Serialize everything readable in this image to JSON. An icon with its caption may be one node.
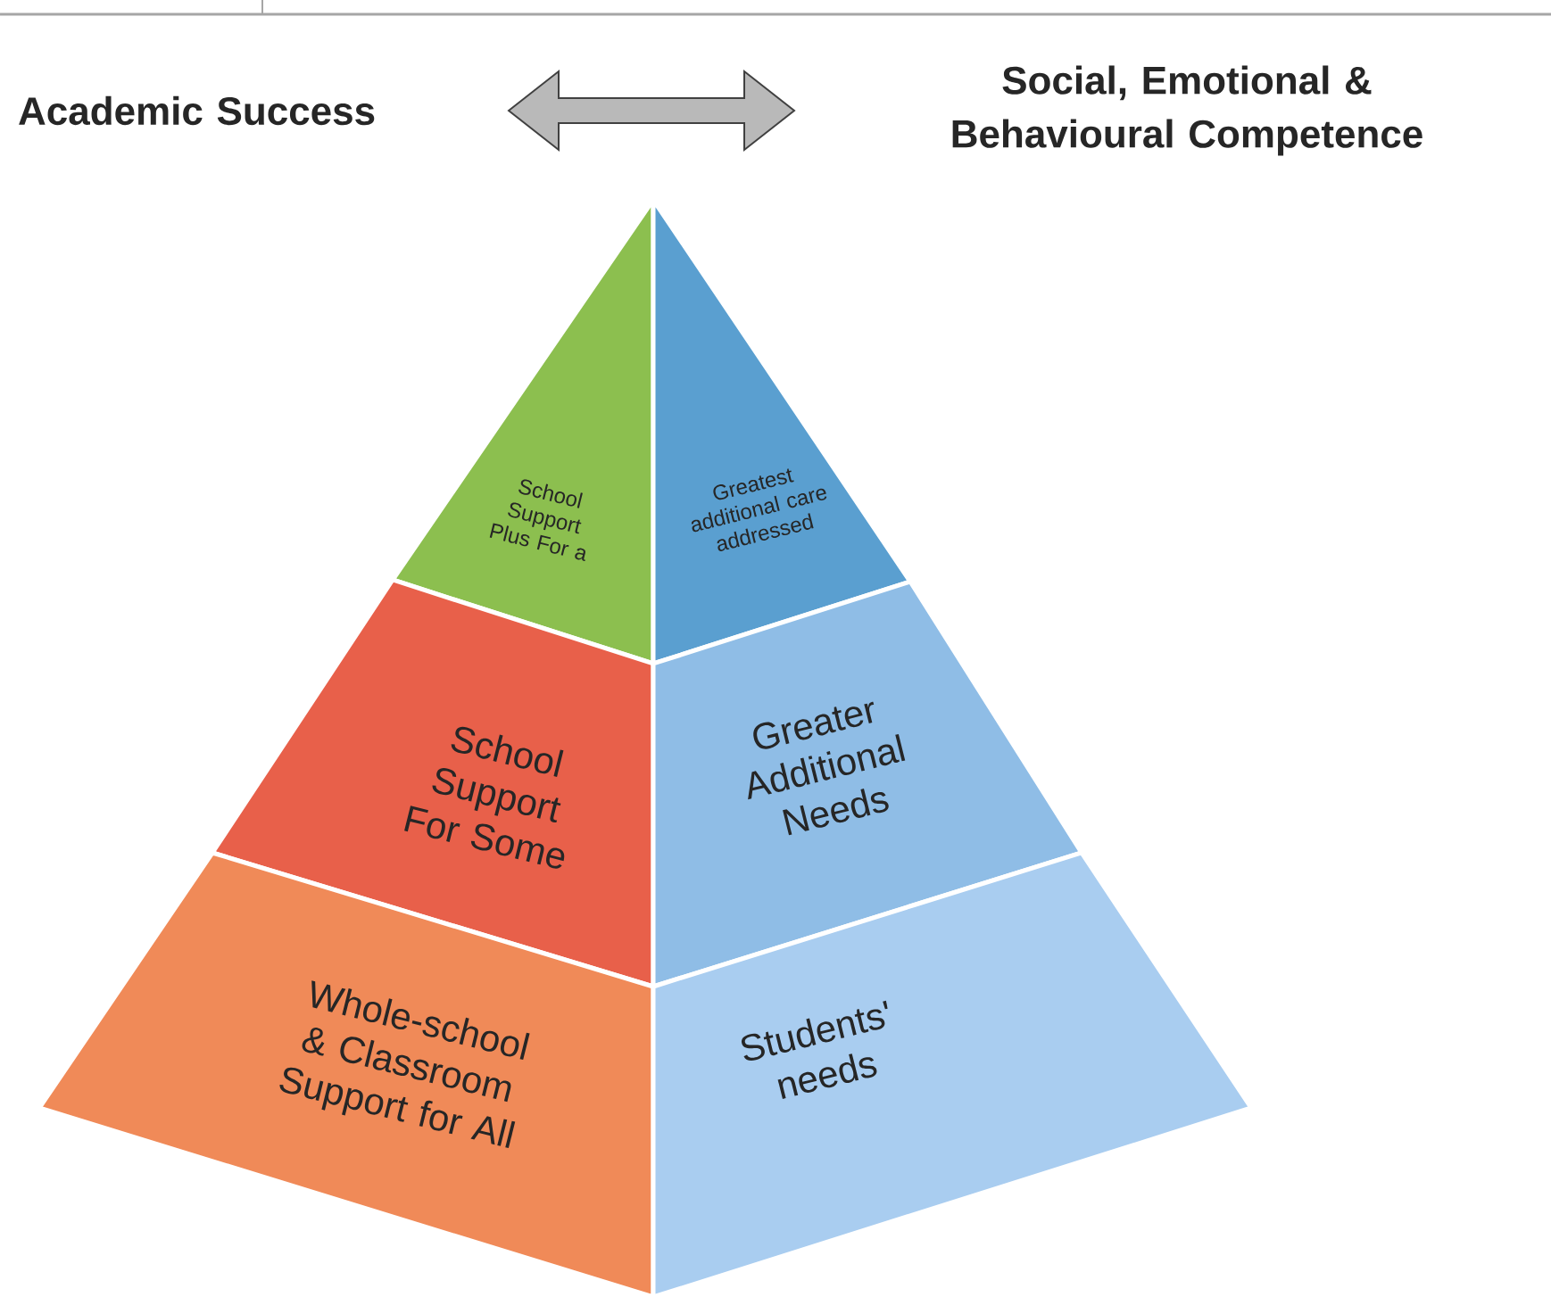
{
  "diagram": {
    "nodes": [
      {
        "text": [
          "Academic Success"
        ]
      },
      {
        "text": [
          "Social, Emotional & Behavioural Competence"
        ]
      },
      {
        "text": [
          "School Support Plus For a"
        ]
      },
      {
        "text": [
          "Greatest additional care addressed"
        ]
      },
      {
        "text": [
          "School Support For Some"
        ]
      },
      {
        "text": [
          "Greater Additional Needs"
        ]
      },
      {
        "text": [
          "Whole-school & Classroom Support for All"
        ]
      },
      {
        "text": [
          "Students' needs"
        ]
      }
    ],
    "edges": [
      {
        "from": 0,
        "to": 1,
        "arrow": "both"
      }
    ]
  }
}
